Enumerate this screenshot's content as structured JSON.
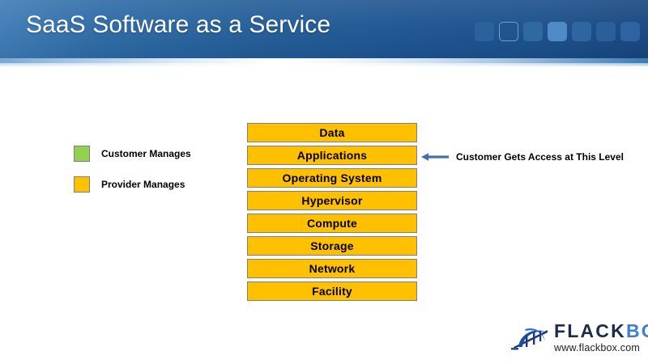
{
  "header": {
    "title": "SaaS Software as a Service",
    "background_colors": [
      "#3f7cb6",
      "#225c97",
      "#16457e"
    ],
    "decoration_squares": [
      {
        "name": "deco-square-1",
        "fill": "#2b6299",
        "border": "none"
      },
      {
        "name": "deco-square-2",
        "fill": "#1f548d",
        "border": "#6e9fcb"
      },
      {
        "name": "deco-square-3",
        "fill": "#2f69a2",
        "border": "none"
      },
      {
        "name": "deco-square-4",
        "fill": "#4f8cc6",
        "border": "none"
      },
      {
        "name": "deco-square-5",
        "fill": "#2d66a0",
        "border": "none"
      },
      {
        "name": "deco-square-6",
        "fill": "#2a6099",
        "border": "none"
      },
      {
        "name": "deco-square-7",
        "fill": "#2c63a0",
        "border": "none"
      }
    ]
  },
  "legend": {
    "items": [
      {
        "label": "Customer Manages",
        "color": "#92D050",
        "border": "#808080"
      },
      {
        "label": "Provider Manages",
        "color": "#FFC000",
        "border": "#808080"
      }
    ]
  },
  "stack": {
    "layers": [
      {
        "label": "Data",
        "color": "#FFC000",
        "managed_by": "Provider Manages"
      },
      {
        "label": "Applications",
        "color": "#FFC000",
        "managed_by": "Provider Manages"
      },
      {
        "label": "Operating System",
        "color": "#FFC000",
        "managed_by": "Provider Manages"
      },
      {
        "label": "Hypervisor",
        "color": "#FFC000",
        "managed_by": "Provider Manages"
      },
      {
        "label": "Compute",
        "color": "#FFC000",
        "managed_by": "Provider Manages"
      },
      {
        "label": "Storage",
        "color": "#FFC000",
        "managed_by": "Provider Manages"
      },
      {
        "label": "Network",
        "color": "#FFC000",
        "managed_by": "Provider Manages"
      },
      {
        "label": "Facility",
        "color": "#FFC000",
        "managed_by": "Provider Manages"
      }
    ]
  },
  "annotation": {
    "text": "Customer Gets Access at This Level",
    "arrow_icon": "arrow-left-icon",
    "arrow_color": "#4472A8",
    "points_to_layer": "Applications"
  },
  "logo": {
    "mark_icon": "flackbox-bridge-icon",
    "word_primary": "FLACK",
    "word_secondary": "BOX",
    "url": "www.flackbox.com",
    "primary_color": "#1b2c4e",
    "secondary_color": "#3f7fd0"
  }
}
